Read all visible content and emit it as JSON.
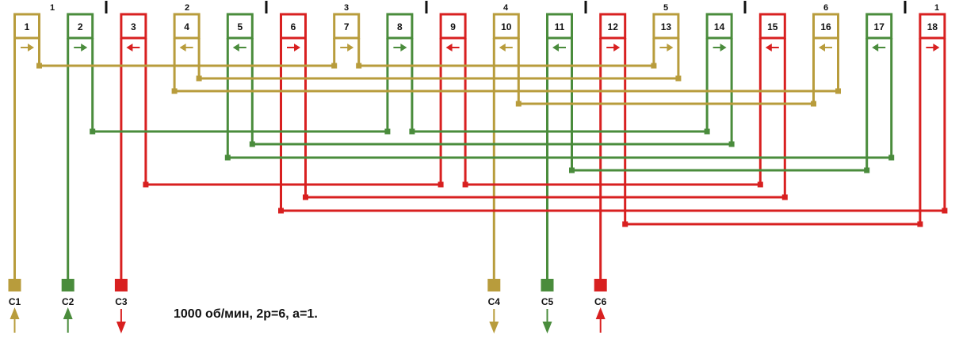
{
  "title": "1000 об/мин, 2p=6, a=1.",
  "colors": {
    "A": "#b89c3c",
    "B": "#4a8c3c",
    "C": "#d82020",
    "ink": "#111111"
  },
  "pole_groups": [
    "1",
    "2",
    "3",
    "4",
    "5",
    "6",
    "1"
  ],
  "slots": [
    {
      "n": "1",
      "phase": "A",
      "dir": "right"
    },
    {
      "n": "2",
      "phase": "B",
      "dir": "right"
    },
    {
      "n": "3",
      "phase": "C",
      "dir": "left"
    },
    {
      "n": "4",
      "phase": "A",
      "dir": "left"
    },
    {
      "n": "5",
      "phase": "B",
      "dir": "left"
    },
    {
      "n": "6",
      "phase": "C",
      "dir": "right"
    },
    {
      "n": "7",
      "phase": "A",
      "dir": "right"
    },
    {
      "n": "8",
      "phase": "B",
      "dir": "right"
    },
    {
      "n": "9",
      "phase": "C",
      "dir": "left"
    },
    {
      "n": "10",
      "phase": "A",
      "dir": "left"
    },
    {
      "n": "11",
      "phase": "B",
      "dir": "left"
    },
    {
      "n": "12",
      "phase": "C",
      "dir": "right"
    },
    {
      "n": "13",
      "phase": "A",
      "dir": "right"
    },
    {
      "n": "14",
      "phase": "B",
      "dir": "right"
    },
    {
      "n": "15",
      "phase": "C",
      "dir": "left"
    },
    {
      "n": "16",
      "phase": "A",
      "dir": "left"
    },
    {
      "n": "17",
      "phase": "B",
      "dir": "left"
    },
    {
      "n": "18",
      "phase": "C",
      "dir": "right"
    }
  ],
  "connections": [
    {
      "phase": "A",
      "from": [
        1,
        "R"
      ],
      "to": [
        7,
        "L"
      ]
    },
    {
      "phase": "A",
      "from": [
        7,
        "R"
      ],
      "to": [
        13,
        "L"
      ]
    },
    {
      "phase": "A",
      "from": [
        13,
        "R"
      ],
      "to": [
        4,
        "R"
      ]
    },
    {
      "phase": "A",
      "from": [
        4,
        "L"
      ],
      "to": [
        16,
        "R"
      ]
    },
    {
      "phase": "A",
      "from": [
        16,
        "L"
      ],
      "to": [
        10,
        "R"
      ]
    },
    {
      "phase": "B",
      "from": [
        2,
        "R"
      ],
      "to": [
        8,
        "L"
      ]
    },
    {
      "phase": "B",
      "from": [
        8,
        "R"
      ],
      "to": [
        14,
        "L"
      ]
    },
    {
      "phase": "B",
      "from": [
        14,
        "R"
      ],
      "to": [
        5,
        "R"
      ]
    },
    {
      "phase": "B",
      "from": [
        5,
        "L"
      ],
      "to": [
        17,
        "R"
      ]
    },
    {
      "phase": "B",
      "from": [
        17,
        "L"
      ],
      "to": [
        11,
        "R"
      ]
    },
    {
      "phase": "C",
      "from": [
        3,
        "R"
      ],
      "to": [
        9,
        "L"
      ]
    },
    {
      "phase": "C",
      "from": [
        9,
        "R"
      ],
      "to": [
        15,
        "L"
      ]
    },
    {
      "phase": "C",
      "from": [
        15,
        "R"
      ],
      "to": [
        6,
        "R"
      ]
    },
    {
      "phase": "C",
      "from": [
        6,
        "L"
      ],
      "to": [
        18,
        "R"
      ]
    },
    {
      "phase": "C",
      "from": [
        18,
        "L"
      ],
      "to": [
        12,
        "R"
      ]
    }
  ],
  "terminals": [
    {
      "label": "C1",
      "phase": "A",
      "slot": 1,
      "arrow": "up"
    },
    {
      "label": "C2",
      "phase": "B",
      "slot": 2,
      "arrow": "up"
    },
    {
      "label": "C3",
      "phase": "C",
      "slot": 3,
      "arrow": "down"
    },
    {
      "label": "C4",
      "phase": "A",
      "slot": 10,
      "arrow": "down"
    },
    {
      "label": "C5",
      "phase": "B",
      "slot": 11,
      "arrow": "down"
    },
    {
      "label": "C6",
      "phase": "C",
      "slot": 12,
      "arrow": "up"
    }
  ]
}
